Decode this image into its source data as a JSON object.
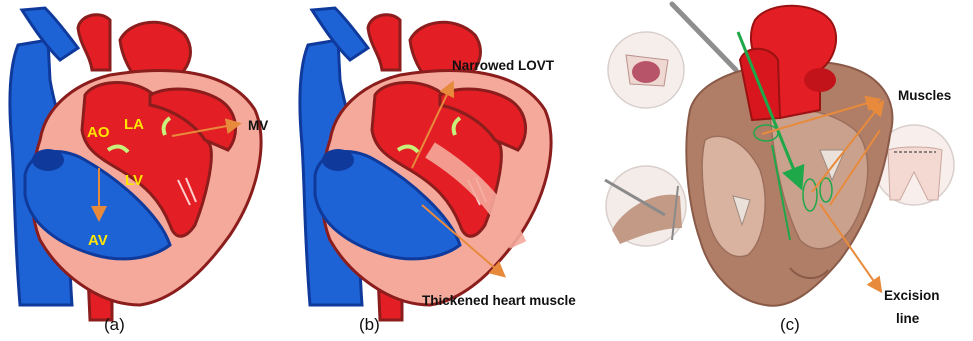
{
  "colors": {
    "artery": "#e31e24",
    "artery_dark": "#b3141b",
    "vein": "#1e63d6",
    "vein_dark": "#0f3a9c",
    "muscle": "#f4a99b",
    "muscle_outline": "#8b1d1d",
    "valve": "#c8f07a",
    "arrow": "#e88a3c",
    "incision": "#1fa84a",
    "surgical_muscle": "#b07e66"
  },
  "panels": {
    "a": {
      "caption": "(a)",
      "labels": {
        "ao": "AO",
        "la": "LA",
        "lv": "LV",
        "av": "AV",
        "mv": "MV"
      }
    },
    "b": {
      "caption": "(b)",
      "labels": {
        "narrowed": "Narrowed LOVT",
        "thickened": "Thickened heart muscle"
      }
    },
    "c": {
      "caption": "(c)",
      "labels": {
        "muscles": "Muscles",
        "excision_1": "Excision",
        "excision_2": "line"
      }
    }
  }
}
